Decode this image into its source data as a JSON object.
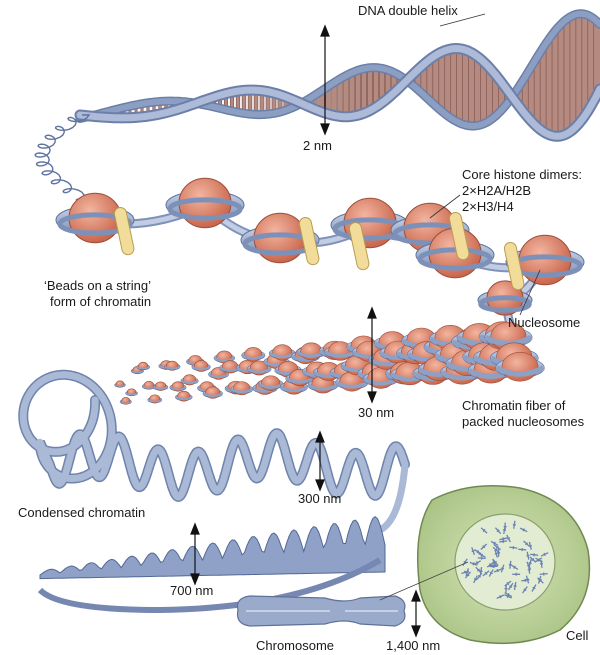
{
  "labels": {
    "dna_helix": "DNA double helix",
    "dna_width": "2 nm",
    "core_histone_title": "Core histone dimers:",
    "core_histone_line1": "2×H2A/H2B",
    "core_histone_line2": "2×H3/H4",
    "beads_line1": "‘Beads on a string’",
    "beads_line2": "form of chromatin",
    "nucleosome": "Nucleosome",
    "fiber_width": "30 nm",
    "fiber_line1": "Chromatin fiber of",
    "fiber_line2": "packed nucleosomes",
    "condensed_width": "300 nm",
    "condensed": "Condensed chromatin",
    "loop_width": "700 nm",
    "chromosome_width": "1,400 nm",
    "chromosome": "Chromosome",
    "cell": "Cell"
  },
  "colors": {
    "dna_backbone": "#8c9fc2",
    "dna_base": "#b58a80",
    "histone": "#e0826a",
    "linker_histone": "#f2dc9a",
    "chromatin_blue": "#a9b9d6",
    "cell_fill": "#c4d6a0",
    "nucleus_fill": "#dbe8c9"
  }
}
